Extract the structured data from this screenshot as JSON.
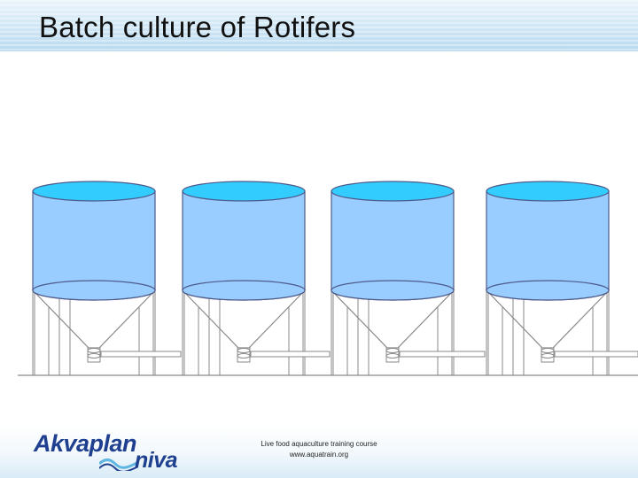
{
  "slide": {
    "title": "Batch culture of Rotifers"
  },
  "diagram": {
    "tank_count": 4,
    "colors": {
      "water": "#99ccff",
      "water_surface": "#33ccff",
      "outline": "#4d5a8a",
      "frame": "#8a8a8a",
      "header_band": "#b7d9ef",
      "logo": "#1f3f8f",
      "logo_wave": "#5fb6e0"
    }
  },
  "footer": {
    "line1": "Live food aquaculture training course",
    "line2": "www.aquatrain.org"
  },
  "logo": {
    "word1": "Akvaplan",
    "word2": "niva"
  }
}
